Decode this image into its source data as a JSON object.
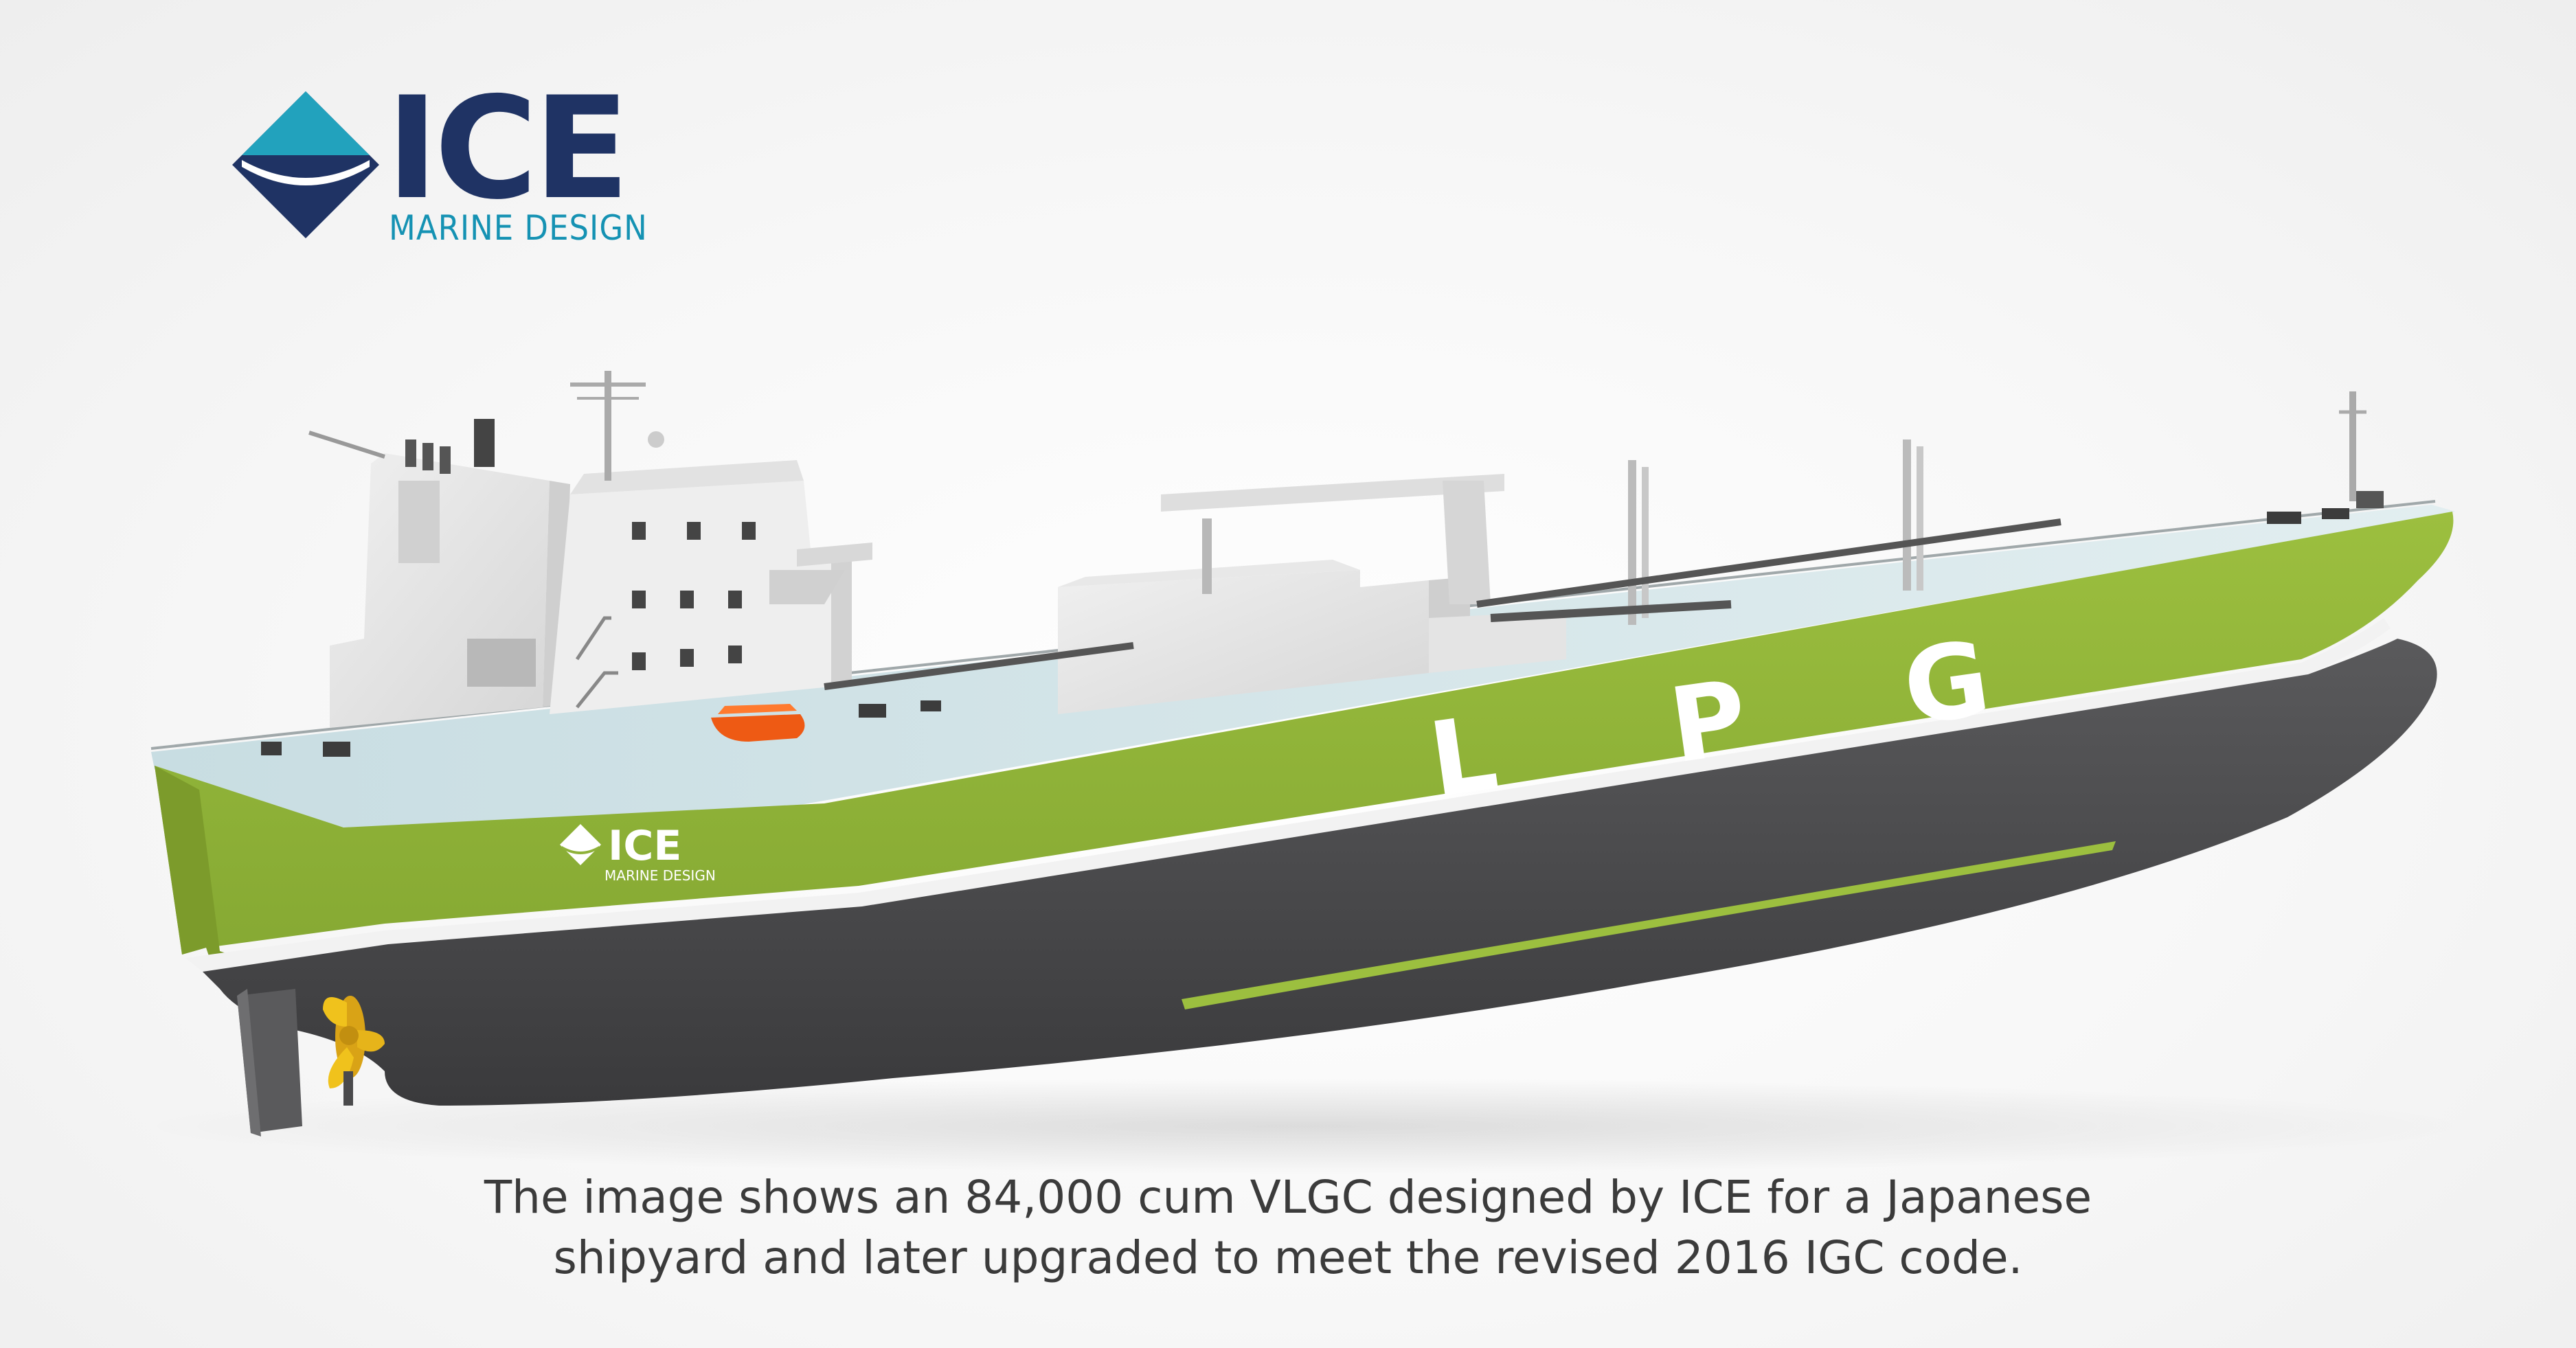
{
  "brand": {
    "name": "ICE",
    "subtitle": "MARINE DESIGN",
    "navy": "#1f3364",
    "teal": "#1592b3"
  },
  "ship": {
    "hull_lettering": [
      "L",
      "P",
      "G"
    ],
    "hull_logo_name": "ICE",
    "hull_logo_subtitle": "MARINE DESIGN",
    "hull_color": "#8fb23a",
    "bottom_color": "#4a4a4c",
    "superstructure_color": "#e6e6e6"
  },
  "caption": {
    "line1": "The image shows an 84,000 cum VLGC designed by ICE for a Japanese",
    "line2": "shipyard and later upgraded to meet the revised 2016 IGC code."
  }
}
